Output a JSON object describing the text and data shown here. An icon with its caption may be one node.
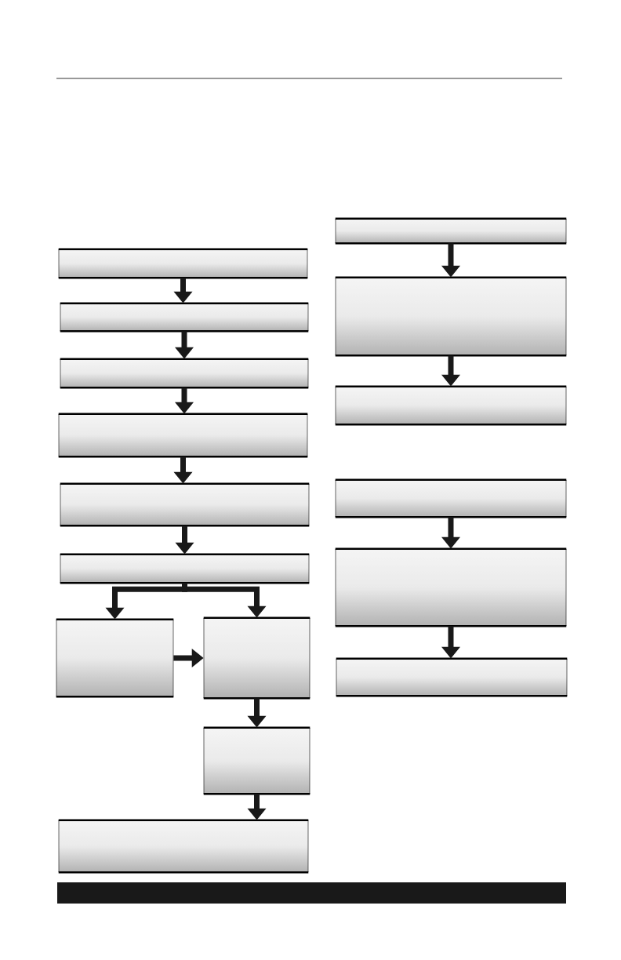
{
  "diagram": {
    "nodes": [
      {
        "text": [],
        "shape": "box"
      },
      {
        "text": [],
        "shape": "box"
      },
      {
        "text": [],
        "shape": "box"
      },
      {
        "text": [],
        "shape": "box"
      },
      {
        "text": [],
        "shape": "box"
      },
      {
        "text": [],
        "shape": "box"
      },
      {
        "text": [],
        "shape": "box"
      },
      {
        "text": [],
        "shape": "box"
      },
      {
        "text": [],
        "shape": "box"
      },
      {
        "text": [],
        "shape": "box"
      },
      {
        "text": [],
        "shape": "box"
      },
      {
        "text": [],
        "shape": "box"
      },
      {
        "text": [],
        "shape": "box"
      },
      {
        "text": [],
        "shape": "box"
      },
      {
        "text": [],
        "shape": "box"
      },
      {
        "text": [],
        "shape": "box"
      }
    ],
    "edges": [
      {
        "from": 0,
        "to": 1,
        "arrow": "to"
      },
      {
        "from": 1,
        "to": 2,
        "arrow": "to"
      },
      {
        "from": 2,
        "to": 3,
        "arrow": "to"
      },
      {
        "from": 3,
        "to": 4,
        "arrow": "to"
      },
      {
        "from": 4,
        "to": 5,
        "arrow": "to"
      },
      {
        "from": 5,
        "to": 6,
        "arrow": "to"
      },
      {
        "from": 5,
        "to": 7,
        "arrow": "to"
      },
      {
        "from": 6,
        "to": 7,
        "arrow": "to"
      },
      {
        "from": 7,
        "to": 8,
        "arrow": "to"
      },
      {
        "from": 8,
        "to": 9,
        "arrow": "to"
      },
      {
        "from": 10,
        "to": 11,
        "arrow": "to"
      },
      {
        "from": 11,
        "to": 12,
        "arrow": "to"
      },
      {
        "from": 13,
        "to": 14,
        "arrow": "to"
      },
      {
        "from": 14,
        "to": 15,
        "arrow": "to"
      }
    ]
  }
}
